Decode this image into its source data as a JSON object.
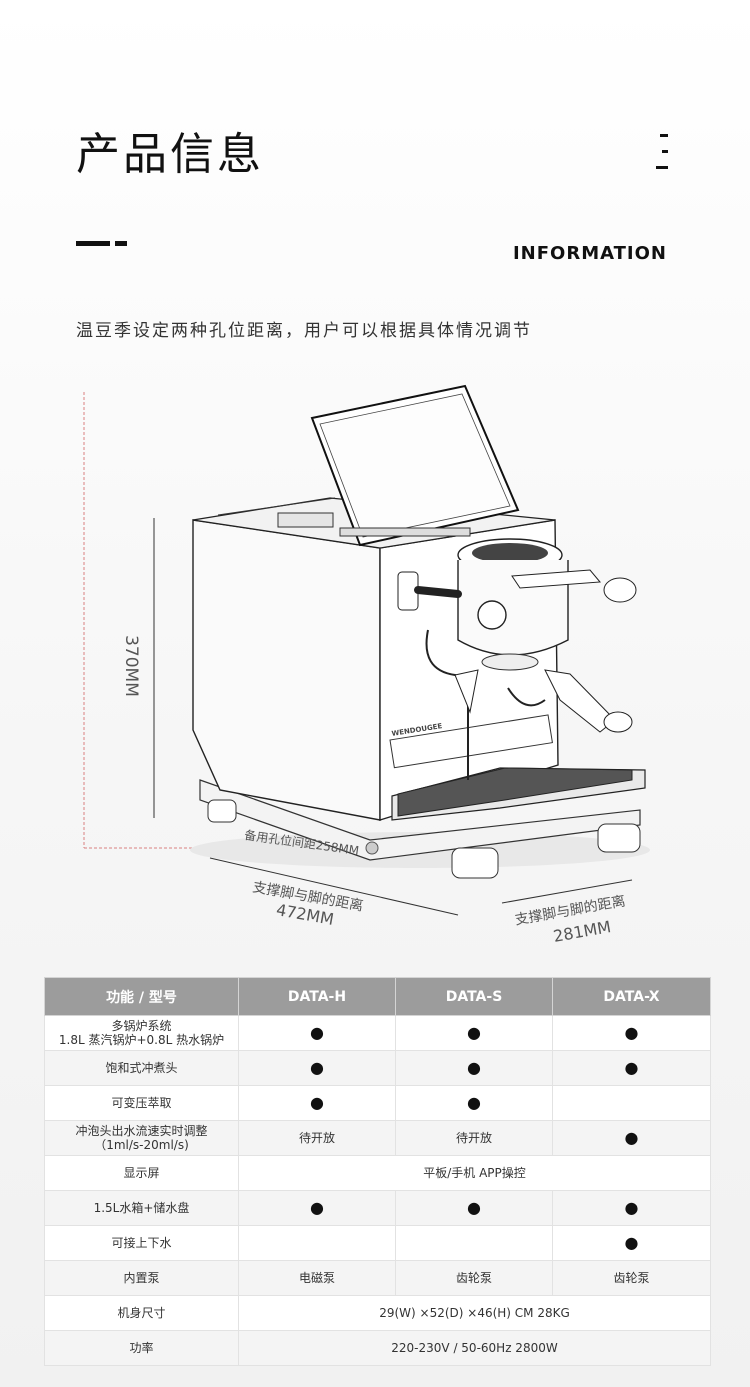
{
  "header": {
    "title": "产品信息",
    "subtitle": "INFORMATION",
    "description": "温豆季设定两种孔位距离，用户可以根据具体情况调节"
  },
  "diagram": {
    "height_label": "370MM",
    "spare_hole_label": "备用孔位间距258MM",
    "width_caption": "支撑脚与脚的距离",
    "width_value": "472MM",
    "depth_caption": "支撑脚与脚的距离",
    "depth_value": "281MM",
    "brand_text": "WENDOUGEE"
  },
  "spec_table": {
    "headers": [
      "功能 / 型号",
      "DATA-H",
      "DATA-S",
      "DATA-X"
    ],
    "rows": [
      {
        "feature": [
          "多锅炉系统",
          "1.8L 蒸汽锅炉+0.8L 热水锅炉"
        ],
        "h": "●",
        "s": "●",
        "x": "●"
      },
      {
        "feature": [
          "饱和式冲煮头"
        ],
        "h": "●",
        "s": "●",
        "x": "●"
      },
      {
        "feature": [
          "可变压萃取"
        ],
        "h": "●",
        "s": "●",
        "x": ""
      },
      {
        "feature": [
          "冲泡头出水流速实时调整",
          "（1ml/s-20ml/s)"
        ],
        "h": "待开放",
        "s": "待开放",
        "x": "●"
      },
      {
        "feature": [
          "显示屏"
        ],
        "merged": "平板/手机  APP操控"
      },
      {
        "feature": [
          "1.5L水箱+储水盘"
        ],
        "h": "●",
        "s": "●",
        "x": "●"
      },
      {
        "feature": [
          "可接上下水"
        ],
        "h": "",
        "s": "",
        "x": "●"
      },
      {
        "feature": [
          "内置泵"
        ],
        "h": "电磁泵",
        "s": "齿轮泵",
        "x": "齿轮泵"
      },
      {
        "feature": [
          "机身尺寸"
        ],
        "merged": "29(W) ×52(D) ×46(H) CM  28KG"
      },
      {
        "feature": [
          "功率"
        ],
        "merged": "220-230V / 50-60Hz  2800W"
      }
    ]
  }
}
